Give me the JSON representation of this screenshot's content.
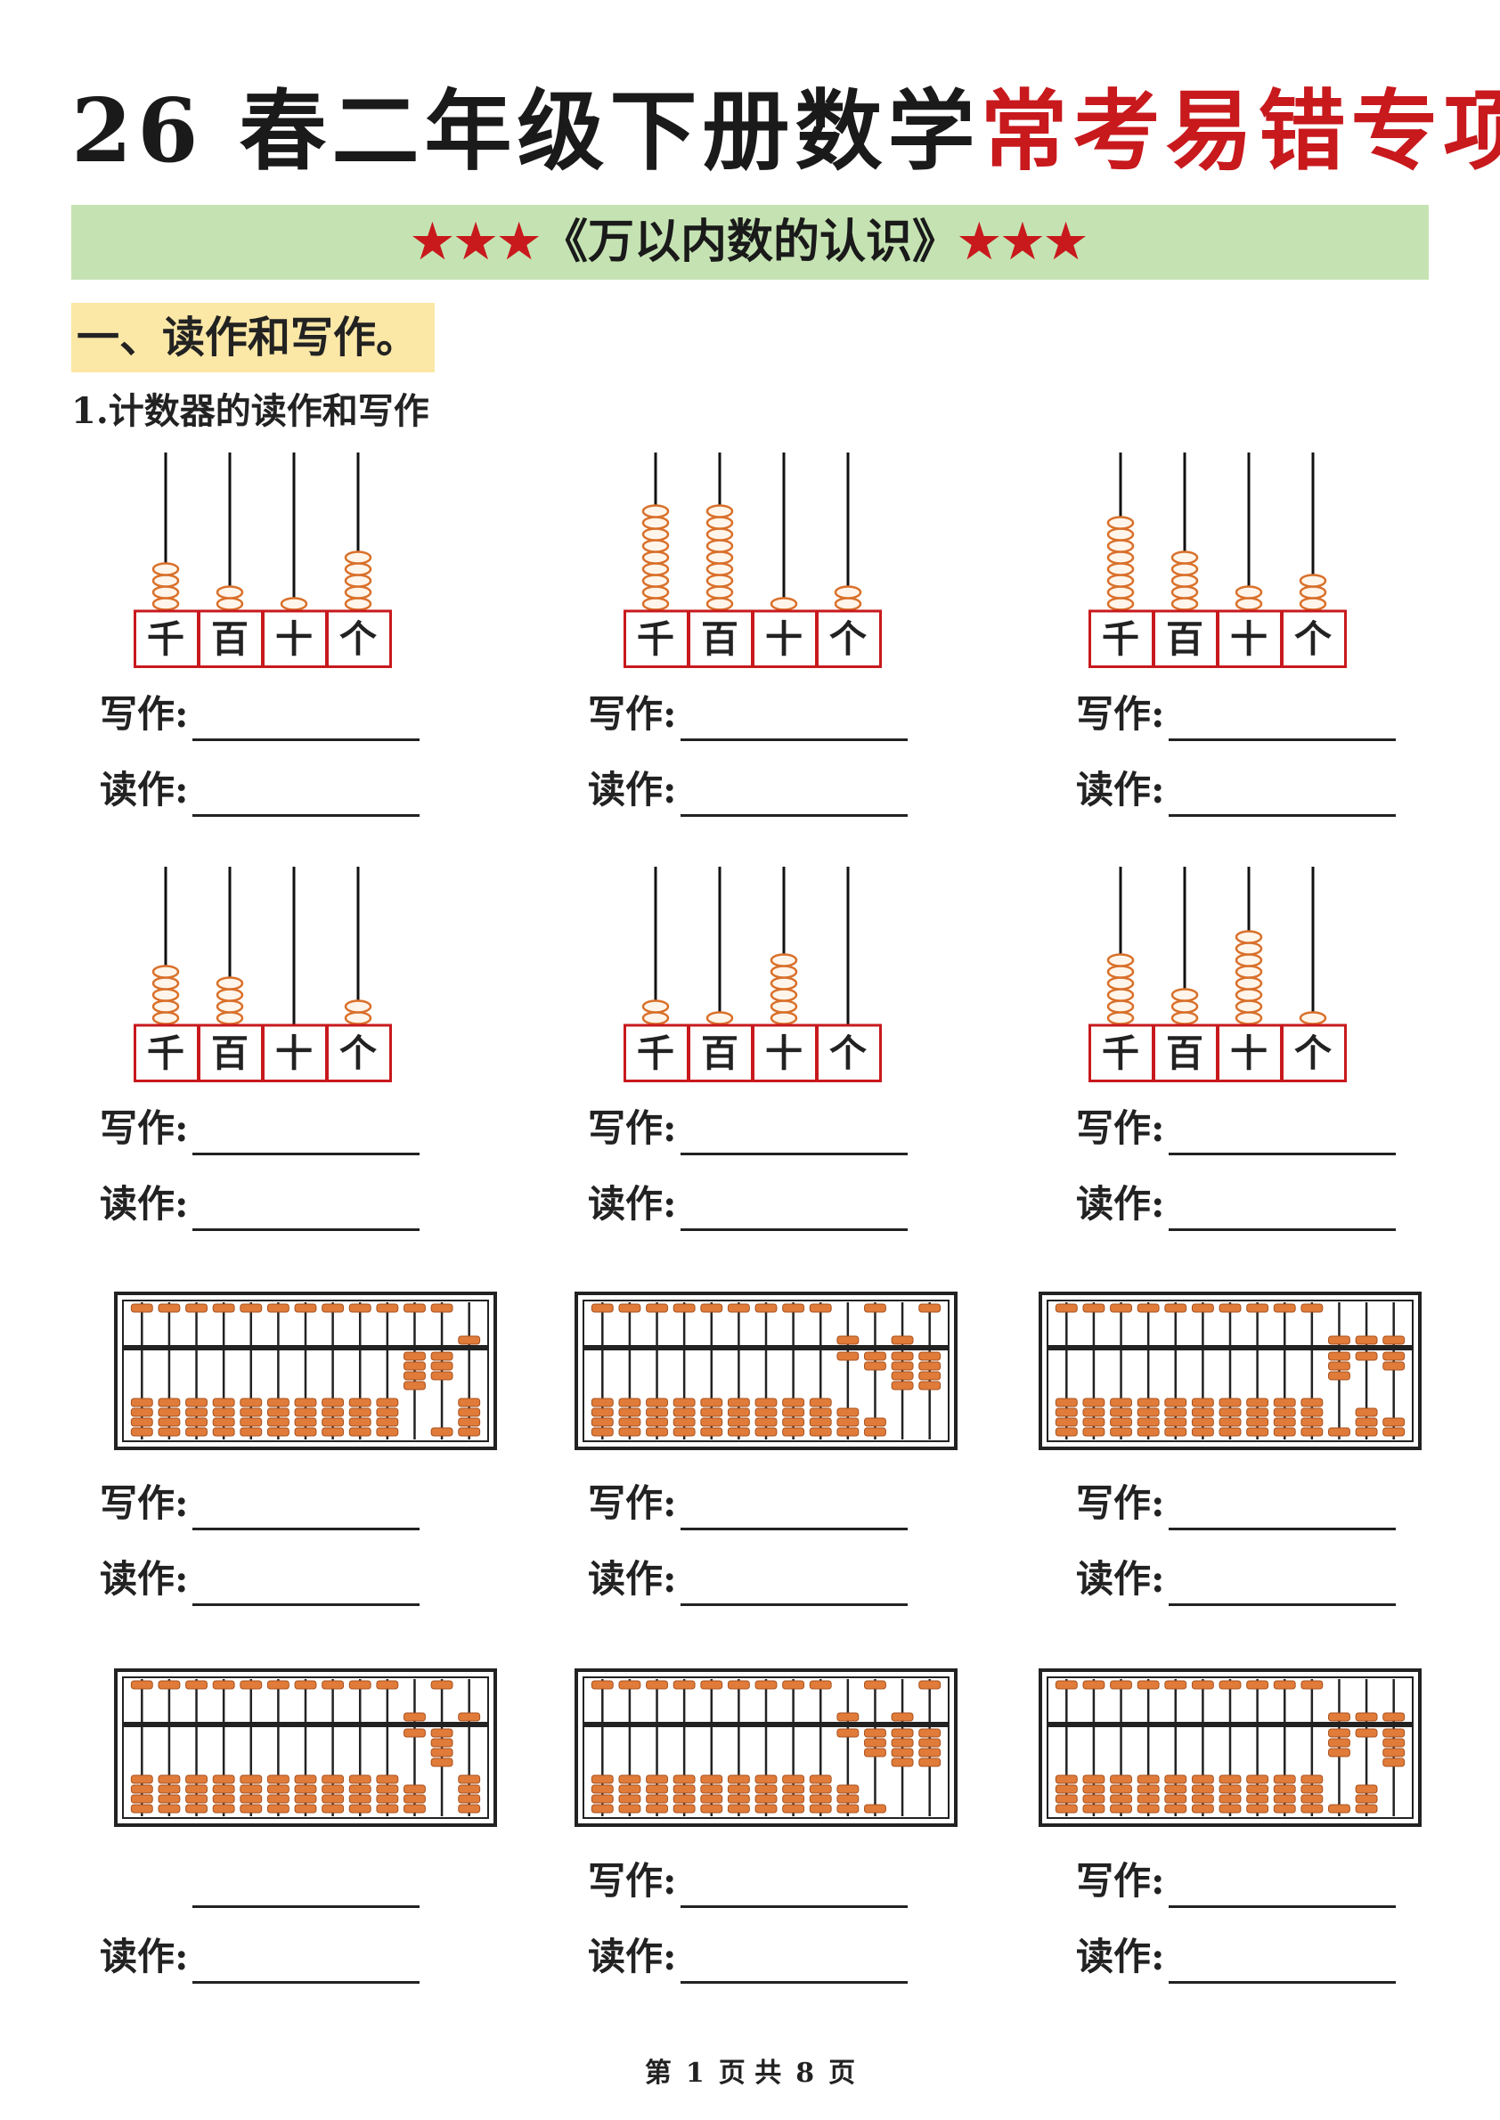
{
  "header": {
    "title_black": "26 春二年级下册数学",
    "title_red": "常考易错专项"
  },
  "banner": {
    "stars_left": "★★★",
    "text": "《万以内数的认识》",
    "stars_right": "★★★"
  },
  "section": {
    "heading": "一、读作和写作。"
  },
  "question": {
    "title": "1.计数器的读作和写作"
  },
  "counter_labels": [
    "千",
    "百",
    "十",
    "个"
  ],
  "answer_labels": {
    "write": "写作:",
    "read": "读作:"
  },
  "counters": [
    {
      "beads": [
        4,
        2,
        1,
        5
      ]
    },
    {
      "beads": [
        9,
        9,
        1,
        2
      ]
    },
    {
      "beads": [
        8,
        5,
        2,
        3
      ]
    },
    {
      "beads": [
        5,
        4,
        0,
        2
      ]
    },
    {
      "beads": [
        2,
        1,
        6,
        0
      ]
    },
    {
      "beads": [
        6,
        3,
        8,
        1
      ]
    }
  ],
  "abacuses": [
    {
      "rods": 13,
      "digits": [
        0,
        0,
        0,
        0,
        0,
        0,
        0,
        0,
        0,
        0,
        4,
        3,
        5
      ]
    },
    {
      "rods": 13,
      "digits": [
        0,
        0,
        0,
        0,
        0,
        0,
        0,
        0,
        0,
        6,
        2,
        9,
        4
      ]
    },
    {
      "rods": 13,
      "digits": [
        0,
        0,
        0,
        0,
        0,
        0,
        0,
        0,
        0,
        0,
        8,
        6,
        7
      ]
    },
    {
      "rods": 13,
      "digits": [
        0,
        0,
        0,
        0,
        0,
        0,
        0,
        0,
        0,
        0,
        6,
        4,
        5
      ]
    },
    {
      "rods": 13,
      "digits": [
        0,
        0,
        0,
        0,
        0,
        0,
        0,
        0,
        0,
        6,
        3,
        9,
        4
      ]
    },
    {
      "rods": 13,
      "digits": [
        0,
        0,
        0,
        0,
        0,
        0,
        0,
        0,
        0,
        0,
        8,
        6,
        9
      ]
    }
  ],
  "footer": {
    "page_prefix": "第",
    "page_num": "1",
    "page_mid": "页 共",
    "page_total": "8",
    "page_suffix": "页"
  },
  "colors": {
    "title_red": "#c8191d",
    "banner_bg": "#c5e3b2",
    "heading_bg": "#fbe7a6",
    "bead": "#e07b39",
    "frame": "#c8191d"
  }
}
